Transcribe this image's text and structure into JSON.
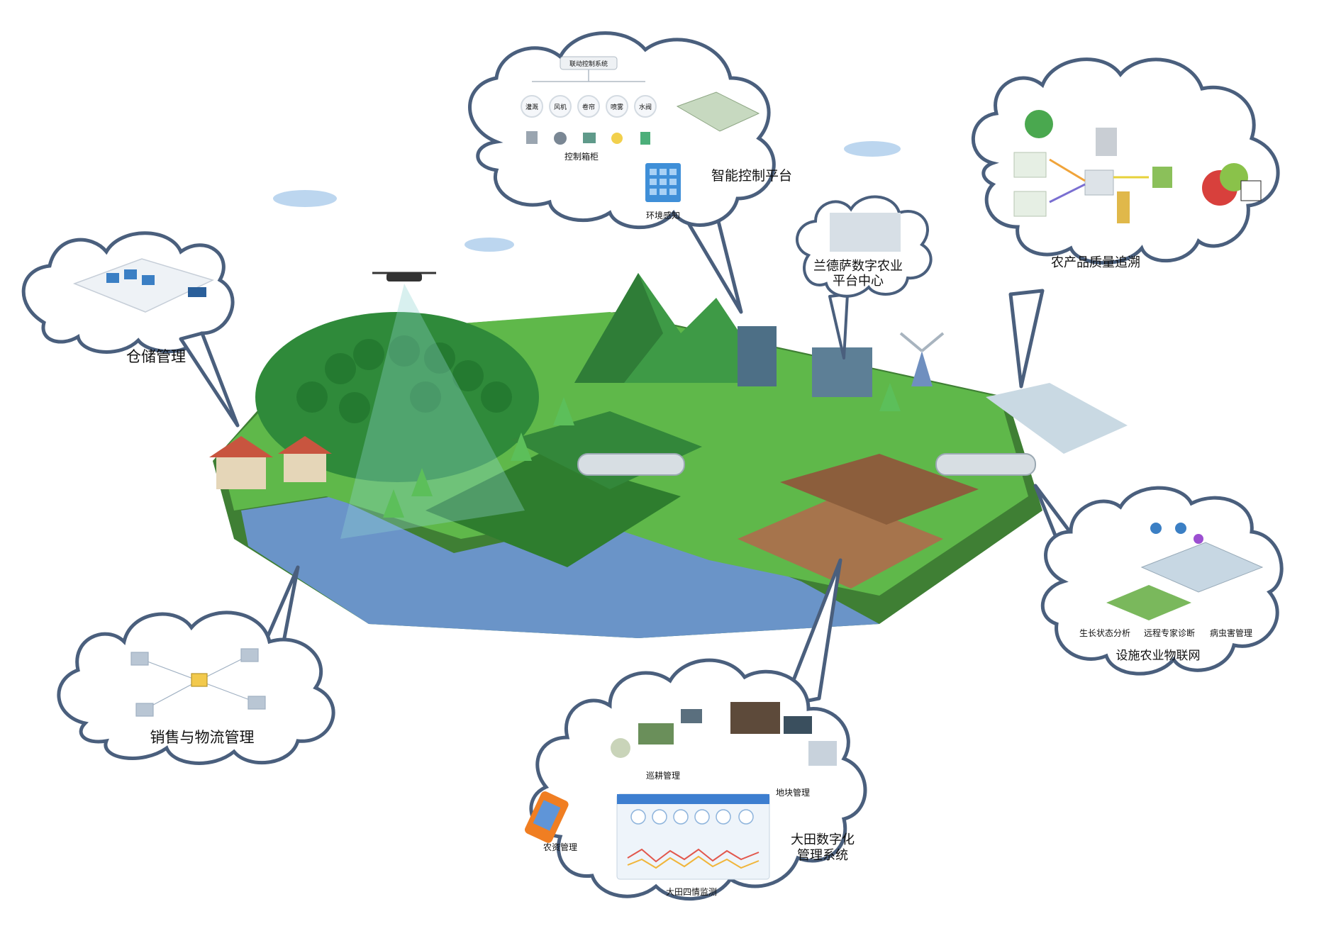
{
  "clouds": {
    "warehouse": {
      "title": "仓储管理"
    },
    "logistics": {
      "title": "销售与物流管理"
    },
    "control": {
      "title": "智能控制平台",
      "system_label": "联动控制系统",
      "nodes": [
        "灌溉",
        "风机",
        "卷帘",
        "喷雾",
        "水阀"
      ],
      "cabinet_label": "控制箱柜",
      "env_label": "环境感知"
    },
    "center": {
      "title_line1": "兰德萨数字农业",
      "title_line2": "平台中心"
    },
    "traceability": {
      "title": "农产品质量追溯"
    },
    "iot": {
      "title": "设施农业物联网",
      "sub1": "生长状态分析",
      "sub2": "远程专家诊断",
      "sub3": "病虫害管理"
    },
    "field": {
      "title_line1": "大田数字化",
      "title_line2": "管理系统",
      "patrol": "巡耕管理",
      "plot": "地块管理",
      "input": "农资管理",
      "monitor": "大田四情监测"
    }
  },
  "colors": {
    "cloud_stroke": "#4a5f7d",
    "grass": "#5fb84a",
    "water": "#6a94c8",
    "soil": "#a6744c"
  }
}
